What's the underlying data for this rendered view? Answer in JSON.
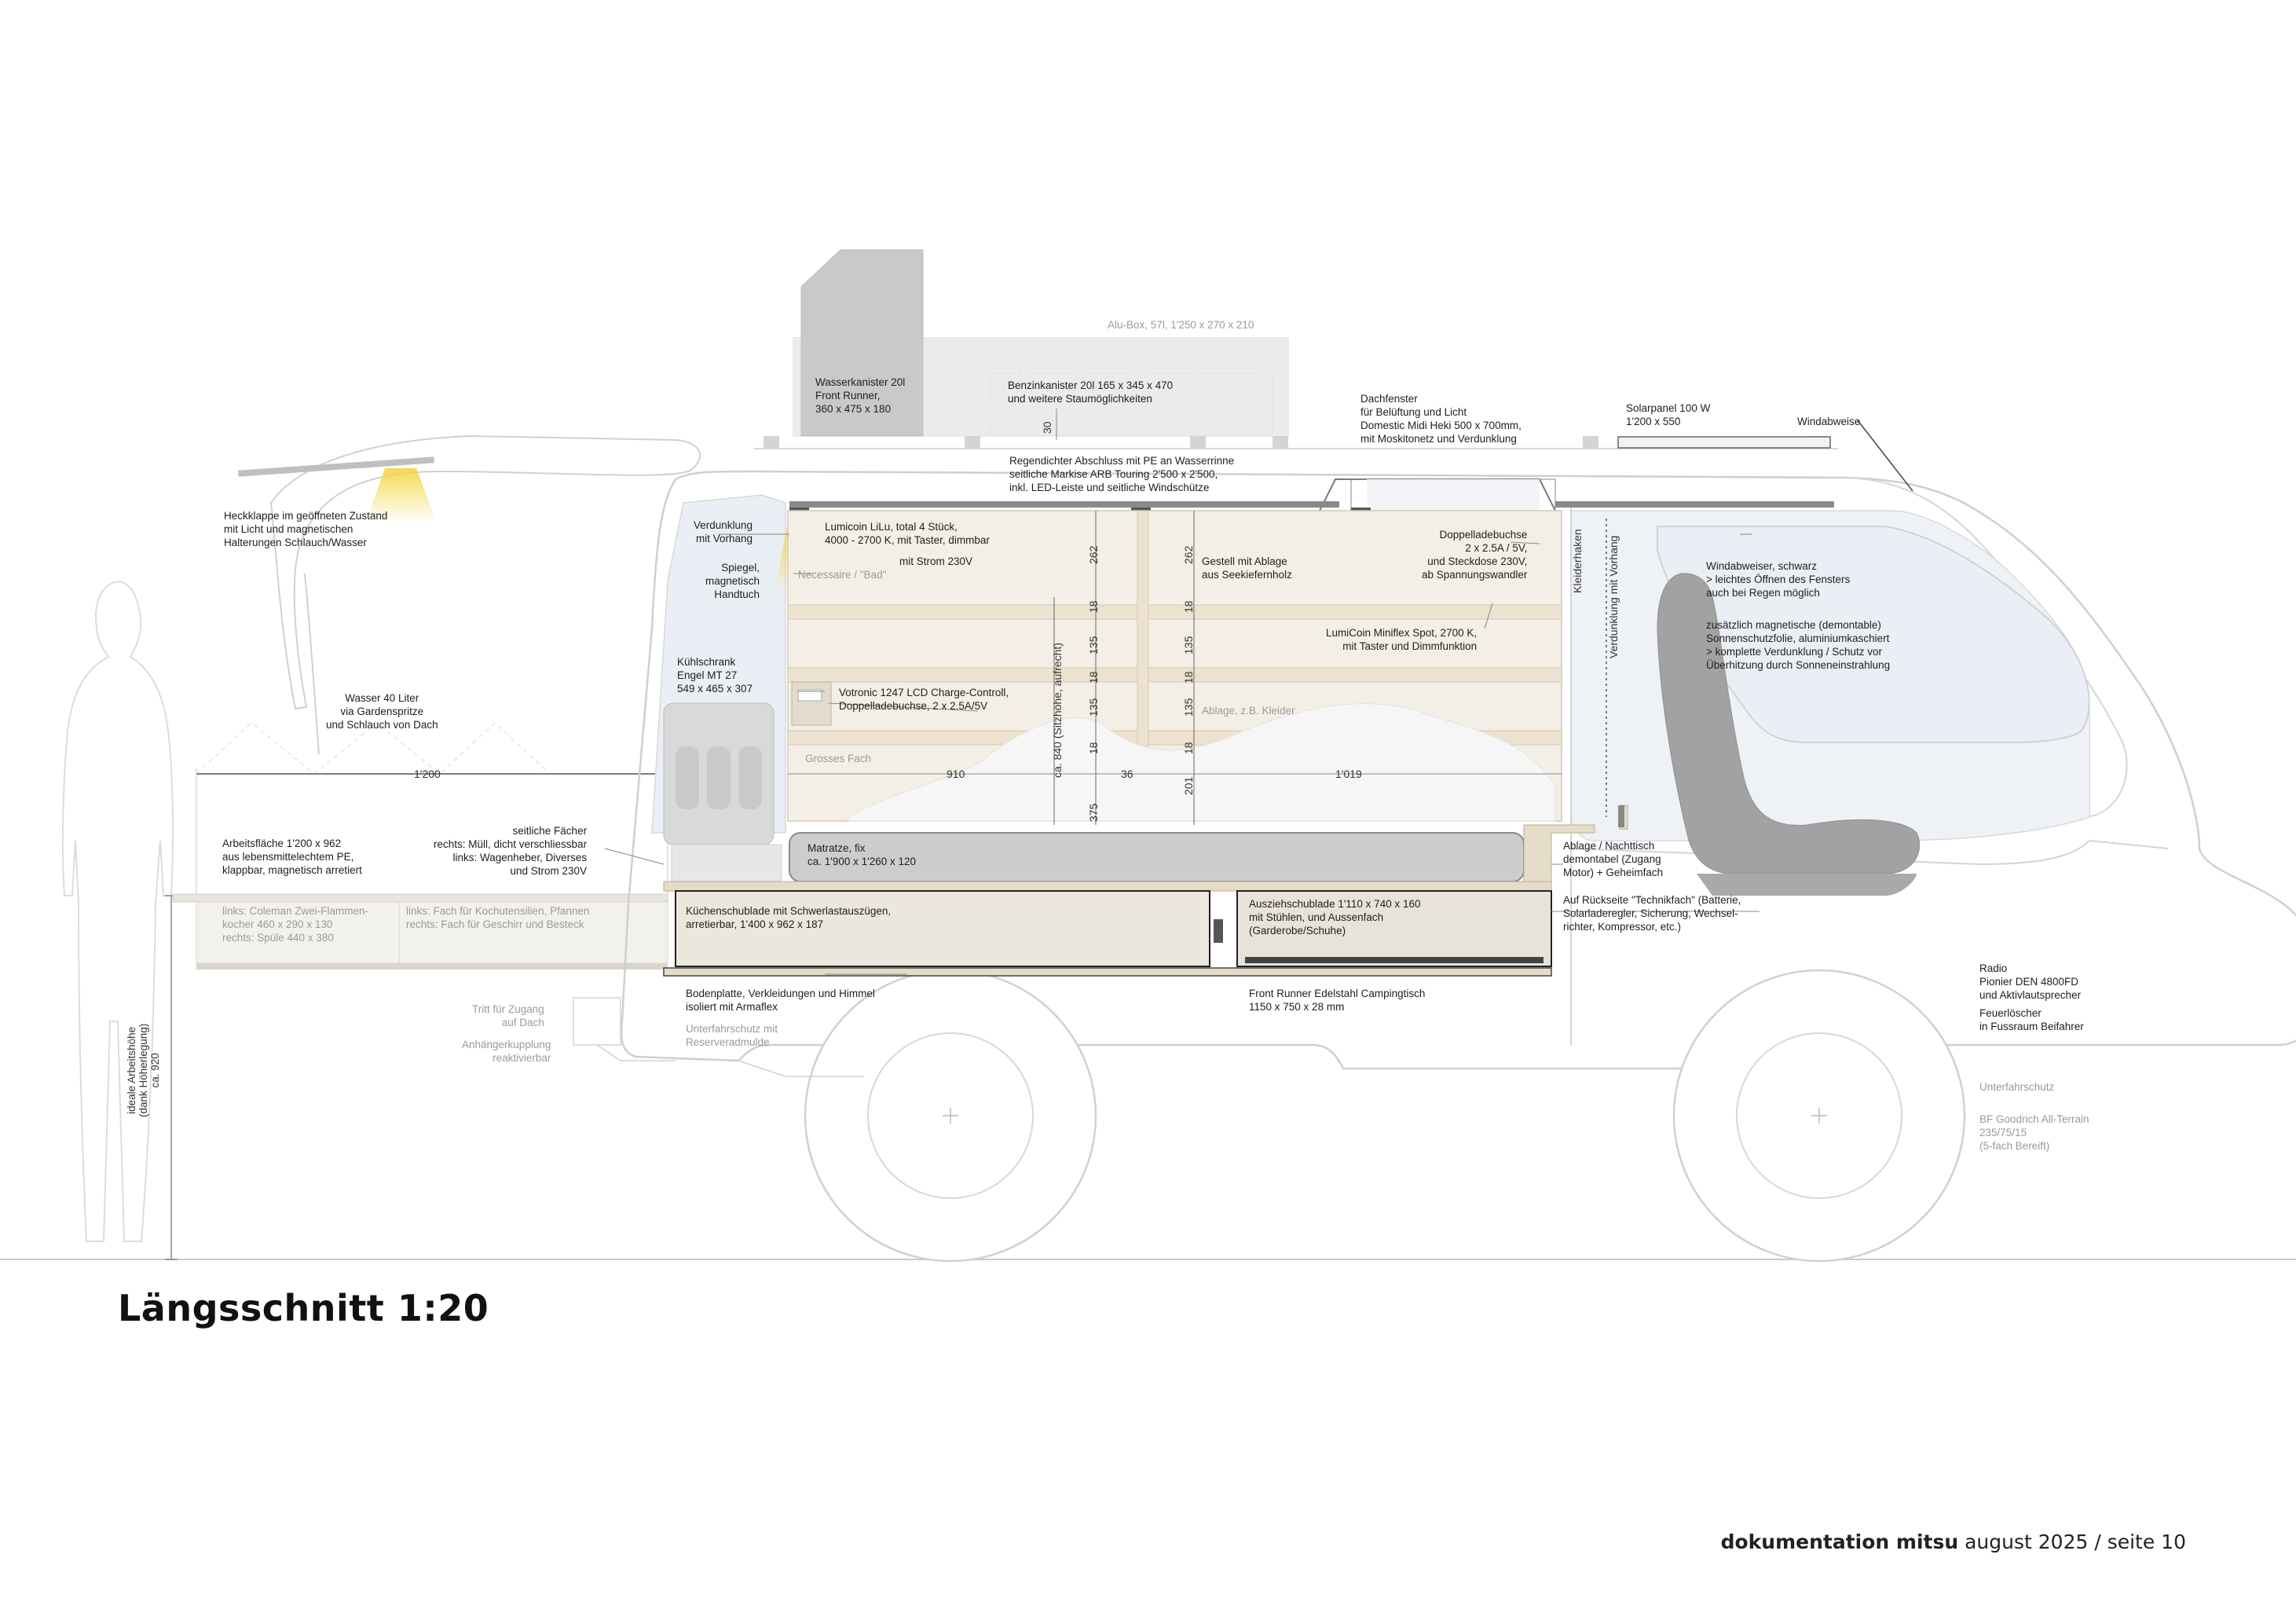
{
  "title": "Längsschnitt 1:20",
  "footer": {
    "doc": "dokumentation mitsu",
    "date_page": " august 2025 / seite 10"
  },
  "colors": {
    "line": "#d2d2d2",
    "furniture": "#ece4d6",
    "seat": "#9d9d9d",
    "mattress": "#c8c8c8",
    "glass": "#e7edf4",
    "light": "#f6df66"
  },
  "annotations": {
    "alubox": "Alu-Box, 57l, 1'250 x 270 x 210",
    "wasserkanister": "Wasserkanister 20l\nFront Runner,\n360 x 475 x 180",
    "benzinkanister": "Benzinkanister 20l 165 x 345 x 470\nund weitere Staumöglichkeiten",
    "dachfenster": "Dachfenster\nfür Belüftung und Licht\nDomestic Midi Heki 500 x 700mm,\nmit Moskitonetz und Verdunklung",
    "solarpanel": "Solarpanel 100 W\n1'200 x 550",
    "windabweise": "Windabweise",
    "regendichter": "Regendichter Abschluss mit PE an Wasserrinne\nseitliche Markise ARB Touring 2'500 x 2'500,\ninkl. LED-Leiste und seitliche Windschütze",
    "heckklappe": "Heckklappe im geöffneten Zustand\nmit Licht und magnetischen\nHalterungen Schlauch/Wasser",
    "verdunklung": "Verdunklung\nmit Vorhang",
    "lumicoin": "Lumicoin LiLu, total 4 Stück,\n4000 - 2700 K, mit Taster, dimmbar",
    "strom": "mit Strom 230V",
    "necessaire": "Necessaire / \"Bad\"",
    "spiegel": "Spiegel,\nmagnetisch\nHandtuch",
    "gestell": "Gestell mit Ablage\naus Seekiefernholz",
    "doppelladebuchse": "Doppelladebuchse\n2 x 2.5A / 5V,\nund Steckdose 230V,\nab Spannungswandler",
    "kleiderhaken": "Kleiderhaken",
    "verdunklung_vorhang": "Verdunklung mit Vorhang",
    "windabweiser": "Windabweiser, schwarz\n> leichtes Öffnen des Fensters\nauch bei Regen möglich",
    "sonnenschutz": "zusätzlich magnetische (demontable)\nSonnenschutzfolie, aluminiumkaschiert\n> komplette Verdunklung / Schutz vor\nÜberhitzung durch Sonneneinstrahlung",
    "lumicoin_spot": "LumiCoin Miniflex Spot, 2700 K,\nmit Taster und Dimmfunktion",
    "kuehlschrank": "Kühlschrank\nEngel MT 27\n549 x 465 x 307",
    "votronic": "Votronic 1247 LCD Charge-Controll,\nDoppelladebuchse, 2 x 2.5A/5V",
    "ablage_kleider": "Ablage, z.B. Kleider",
    "wasser": "Wasser 40 Liter\nvia Gardenspritze\nund Schlauch von Dach",
    "grosses_fach": "Grosses Fach",
    "arbeitsflaeche": "Arbeitsfläche 1'200 x 962\naus lebensmittelechtem PE,\nklappbar, magnetisch arretiert",
    "seitliche_faecher": "seitliche Fächer\nrechts: Müll, dicht verschliessbar\nlinks: Wagenheber, Diverses\nund Strom 230V",
    "matratze": "Matratze, fix\nca. 1'900 x 1'260 x 120",
    "ablage_nachttisch": "Ablage / Nachttisch\ndemontabel (Zugang\nMotor) + Geheimfach",
    "coleman": "links: Coleman Zwei-Flammen-\nkocher 460 x 290 x 130\nrechts: Spüle 440 x 380",
    "fach_kochutensilien": "links: Fach für Kochutensilien, Pfannen\nrechts: Fach für Geschirr und Besteck",
    "kuechenschublade": "Küchenschublade mit Schwerlastauszügen,\narretierbar, 1'400 x 962 x 187",
    "auszieh": "Ausziehschublade 1'110 x 740 x 160\nmit Stühlen, und Aussenfach\n(Garderobe/Schuhe)",
    "technikfach": "Auf Rückseite \"Technikfach\" (Batterie,\nSolarladeregler, Sicherung, Wechsel-\nrichter, Kompressor, etc.)",
    "radio": "Radio\nPionier DEN 4800FD\nund Aktivlautsprecher",
    "feuerloescher": "Feuerlöscher\nin Fussraum Beifahrer",
    "bodenplatte": "Bodenplatte, Verkleidungen und Himmel\nisoliert mit Armaflex",
    "unterfahrschutz_mulde": "Unterfahrschutz mit\nReserveradmulde",
    "tritt": "Tritt für Zugang\nauf Dach",
    "anhaenger": "Anhängerkupplung\nreaktivierbar",
    "campingtisch": "Front Runner Edelstahl Campingtisch\n1150 x 750 x 28 mm",
    "unterfahrschutz": "Unterfahrschutz",
    "bfgoodrich": "BF Goodrich All-Terrain\n235/75/15\n(5-fach Bereift)",
    "arbeitshoehe": "ideale Arbeitshöhe\n(dank Höherlegung)\nca. 920"
  },
  "dimensions": {
    "d1200": "1'200",
    "d910": "910",
    "d36": "36",
    "d1019": "1'019",
    "d30": "30",
    "d262a": "262",
    "d18a": "18",
    "d135a": "135",
    "d18b": "18",
    "d135b": "135",
    "d18c": "18",
    "d375": "375",
    "d840": "ca. 840 (Sitzhöhe, aufrecht)",
    "d262b": "262",
    "d18d": "18",
    "d135c": "135",
    "d18e": "18",
    "d135d": "135",
    "d18f": "18",
    "d201": "201"
  }
}
